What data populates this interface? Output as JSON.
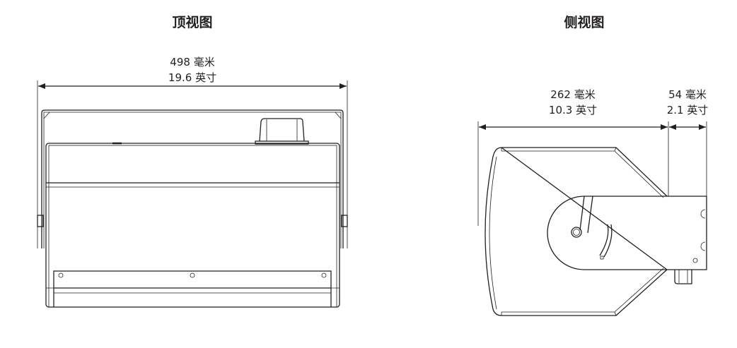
{
  "top_view": {
    "title": "顶视图",
    "width_mm": "498 毫米",
    "width_in": "19.6 英寸"
  },
  "side_view": {
    "title": "侧视图",
    "depth_mm": "262 毫米",
    "depth_in": "10.3 英寸",
    "bracket_mm": "54 毫米",
    "bracket_in": "2.1 英寸"
  }
}
